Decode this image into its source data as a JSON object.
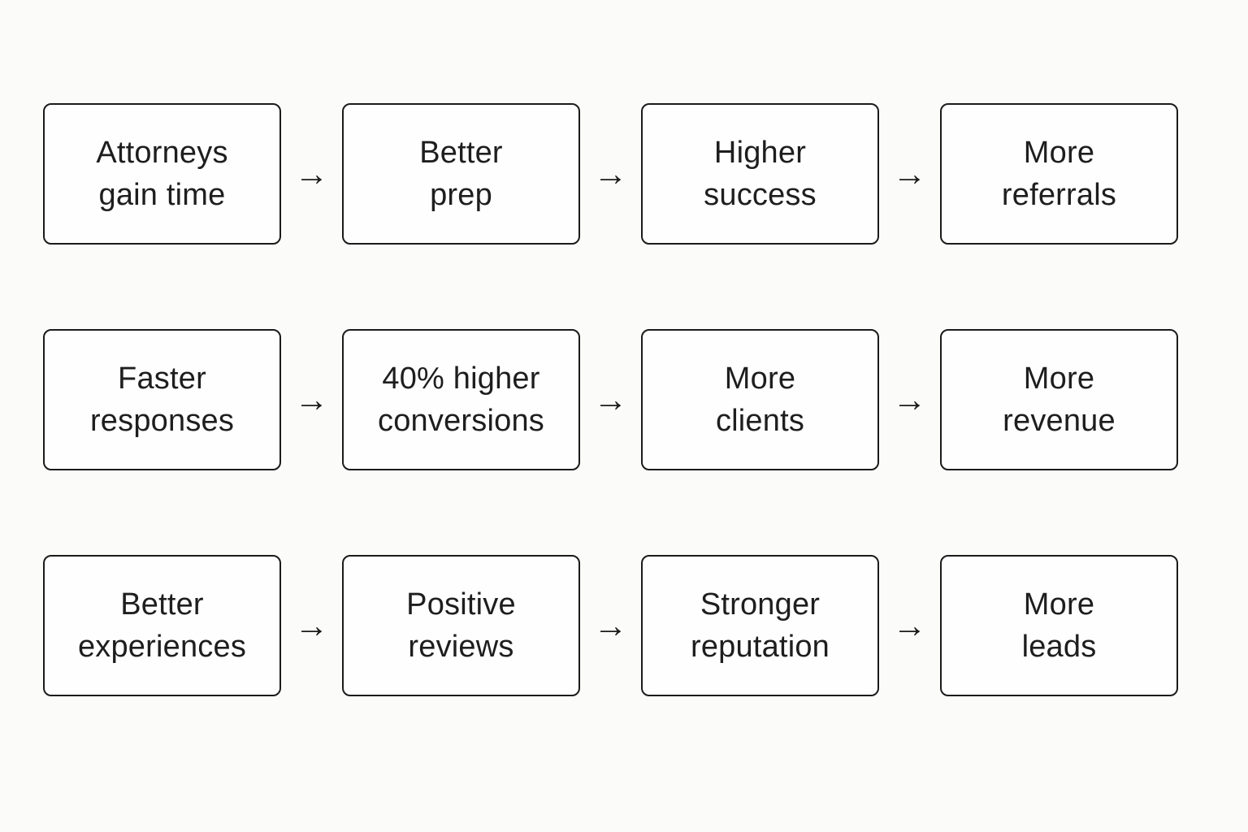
{
  "diagram": {
    "arrow_glyph": "→",
    "colors": {
      "page_background": "#fbfbfa",
      "box_fill": "#fefefe",
      "box_border": "#1b1b1b",
      "text": "#1e1e1e"
    },
    "rows": [
      {
        "cells": [
          {
            "label": "Attorneys\ngain time"
          },
          {
            "label": "Better\nprep"
          },
          {
            "label": "Higher\nsuccess"
          },
          {
            "label": "More\nreferrals"
          }
        ]
      },
      {
        "cells": [
          {
            "label": "Faster\nresponses"
          },
          {
            "label": "40% higher\nconversions"
          },
          {
            "label": "More\nclients"
          },
          {
            "label": "More\nrevenue"
          }
        ]
      },
      {
        "cells": [
          {
            "label": "Better\nexperiences"
          },
          {
            "label": "Positive\nreviews"
          },
          {
            "label": "Stronger\nreputation"
          },
          {
            "label": "More\nleads"
          }
        ]
      }
    ]
  }
}
